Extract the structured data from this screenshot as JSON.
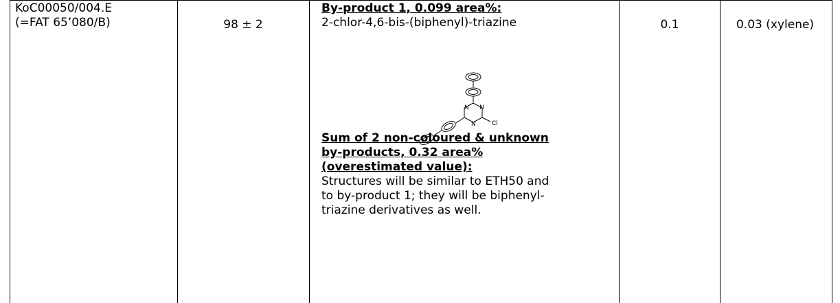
{
  "row": {
    "id_line1": "KoC00050/004.E",
    "id_line2": "(=FAT 65’080/B)",
    "purity": "98 ± 2",
    "byproduct1_heading": "By-product 1, 0.099 area%:",
    "byproduct1_name": "2-chlor-4,6-bis-(biphenyl)-triazine",
    "structure_atoms": {
      "n": "N",
      "cl": "Cl"
    },
    "sum_heading_line1": "Sum of 2 non-coloured & unknown",
    "sum_heading_line2": "by-products, 0.32 area%",
    "sum_heading_line3": "(overestimated value):",
    "description_line1": "Structures will be similar to ETH50 and",
    "description_line2": "to by-product 1; they will be biphenyl-",
    "description_line3": "triazine derivatives as well.",
    "value": "0.1",
    "solubility": "0.03 (xylene)"
  }
}
